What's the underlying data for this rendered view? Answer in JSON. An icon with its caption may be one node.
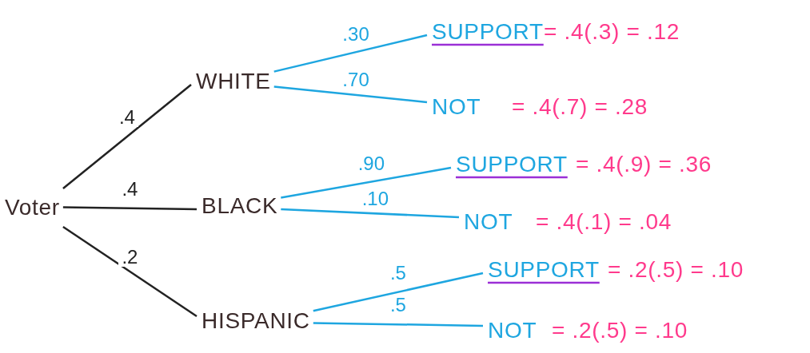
{
  "diagram": {
    "nodes": [
      {
        "text": [
          "Voter"
        ]
      },
      {
        "text": [
          "WHITE"
        ]
      },
      {
        "text": [
          "BLACK"
        ]
      },
      {
        "text": [
          "HISPANIC"
        ]
      },
      {
        "text": [
          "SUPPORT"
        ],
        "beside": [
          "= .4(.3) = .12"
        ]
      },
      {
        "text": [
          "NOT"
        ],
        "beside": [
          "= .4(.7) = .28"
        ]
      },
      {
        "text": [
          "SUPPORT"
        ],
        "beside": [
          "= .4(.9) = .36"
        ]
      },
      {
        "text": [
          "NOT"
        ],
        "beside": [
          "= .4(.1) = .04"
        ]
      },
      {
        "text": [
          "SUPPORT"
        ],
        "beside": [
          "= .2(.5) = .10"
        ]
      },
      {
        "text": [
          "NOT"
        ],
        "beside": [
          "= .2(.5) = .10"
        ]
      }
    ],
    "edges": [
      {
        "from": 0,
        "to": 1,
        "arrow": "none",
        "label": ".4",
        "color": "#222222"
      },
      {
        "from": 0,
        "to": 2,
        "arrow": "none",
        "label": ".4",
        "color": "#222222"
      },
      {
        "from": 0,
        "to": 3,
        "arrow": "none",
        "label": ".2",
        "color": "#222222"
      },
      {
        "from": 1,
        "to": 4,
        "arrow": "none",
        "label": ".30",
        "color": "#1ea6e0"
      },
      {
        "from": 1,
        "to": 5,
        "arrow": "none",
        "label": ".70",
        "color": "#1ea6e0"
      },
      {
        "from": 2,
        "to": 6,
        "arrow": "none",
        "label": ".90",
        "color": "#1ea6e0"
      },
      {
        "from": 2,
        "to": 7,
        "arrow": "none",
        "label": ".10",
        "color": "#1ea6e0"
      },
      {
        "from": 3,
        "to": 8,
        "arrow": "none",
        "label": ".5",
        "color": "#1ea6e0"
      },
      {
        "from": 3,
        "to": 9,
        "arrow": "none",
        "label": ".5",
        "color": "#1ea6e0"
      }
    ]
  }
}
